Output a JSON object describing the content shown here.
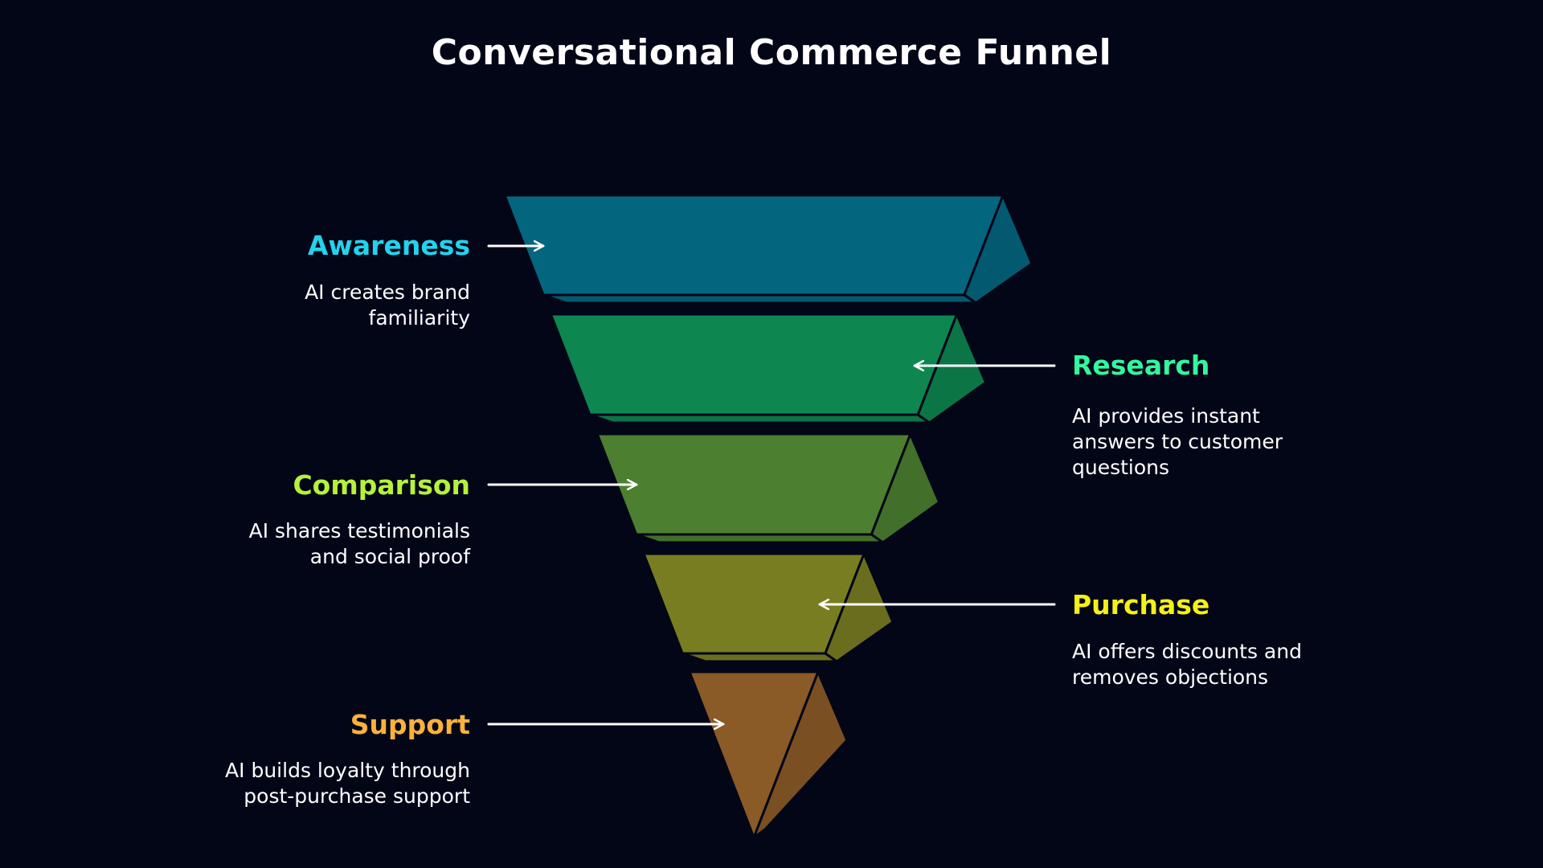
{
  "title": "Conversational Commerce Funnel",
  "stages": [
    {
      "name": "Awareness",
      "description": "AI creates brand familiarity",
      "color": "#22d3ee",
      "fill": "#04657f",
      "side_fill": "#035a70"
    },
    {
      "name": "Research",
      "description": "AI provides instant answers to customer questions",
      "color": "#34f5a0",
      "fill": "#0d8650",
      "side_fill": "#0b7546"
    },
    {
      "name": "Comparison",
      "description": "AI shares testimonials and social proof",
      "color": "#b5f23a",
      "fill": "#4c7f30",
      "side_fill": "#426f2a"
    },
    {
      "name": "Purchase",
      "description": "AI offers discounts and removes objections",
      "color": "#f5f016",
      "fill": "#797d21",
      "side_fill": "#6a6d1d"
    },
    {
      "name": "Support",
      "description": "AI builds loyalty through post-purchase support",
      "color": "#fbb13c",
      "fill": "#8a5a27",
      "side_fill": "#7a4f22"
    }
  ]
}
